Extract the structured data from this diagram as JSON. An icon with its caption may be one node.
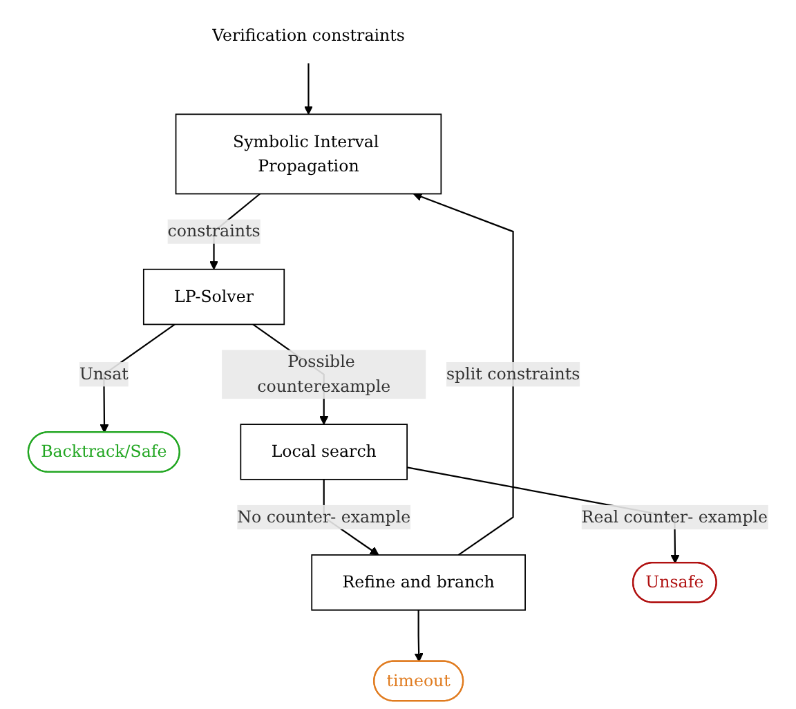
{
  "diagram": {
    "nodes": [
      {
        "text": [
          "Verification constraints"
        ]
      },
      {
        "text": [
          "Backtrack/Safe"
        ]
      },
      {
        "text": [
          "Symbolic Interval Propagation"
        ]
      },
      {
        "text": [
          "LP-Solver"
        ]
      },
      {
        "text": [
          "Refine and branch"
        ]
      },
      {
        "text": [
          "Local search"
        ]
      },
      {
        "text": [
          "timeout"
        ]
      },
      {
        "text": [
          "Unsafe"
        ]
      }
    ],
    "edges": [
      {
        "from": 0,
        "to": 2,
        "arrow": "to"
      },
      {
        "from": 2,
        "to": 3,
        "arrow": "to",
        "label": "constraints"
      },
      {
        "from": 3,
        "to": 1,
        "arrow": "to",
        "label": "Unsat"
      },
      {
        "from": 3,
        "to": 5,
        "arrow": "to",
        "label": "Possible counterexample"
      },
      {
        "from": 5,
        "to": 4,
        "arrow": "to",
        "label": "No counter- example"
      },
      {
        "from": 4,
        "to": 2,
        "arrow": "to",
        "label": "split constraints"
      },
      {
        "from": 4,
        "to": 6,
        "arrow": "to"
      },
      {
        "from": 5,
        "to": 7,
        "arrow": "to",
        "label": "Real counter- example"
      }
    ]
  }
}
